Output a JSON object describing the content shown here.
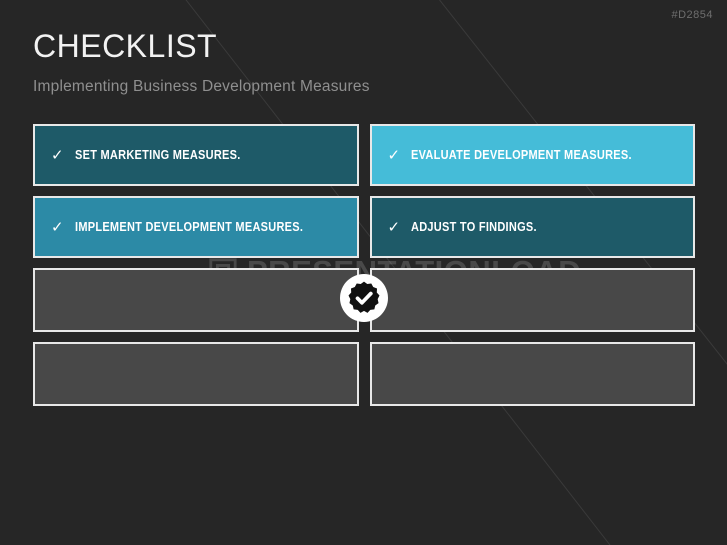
{
  "slide": {
    "corner_code": "#D2854",
    "title": "CHECKLIST",
    "subtitle": "Implementing Business Development Measures",
    "background_color": "#262626"
  },
  "watermark": {
    "text": "PRESENTATIONLOAD",
    "logo_icon": "speech-bubble-icon"
  },
  "center_badge": {
    "icon": "check-seal-icon",
    "check_glyph": "✔"
  },
  "checklist": {
    "check_glyph": "✓",
    "items": [
      {
        "label": "Set Marketing Measures.",
        "color": "#1e5a68",
        "filled": true
      },
      {
        "label": "Evaluate Development Measures.",
        "color": "#45bcd8",
        "filled": true
      },
      {
        "label": "Implement Development Measures.",
        "color": "#2c8aa6",
        "filled": true
      },
      {
        "label": "Adjust to Findings.",
        "color": "#1e5a68",
        "filled": true
      },
      {
        "label": "",
        "color": "#484848",
        "filled": false
      },
      {
        "label": "",
        "color": "#484848",
        "filled": false
      },
      {
        "label": "",
        "color": "#484848",
        "filled": false
      },
      {
        "label": "",
        "color": "#484848",
        "filled": false
      }
    ]
  }
}
